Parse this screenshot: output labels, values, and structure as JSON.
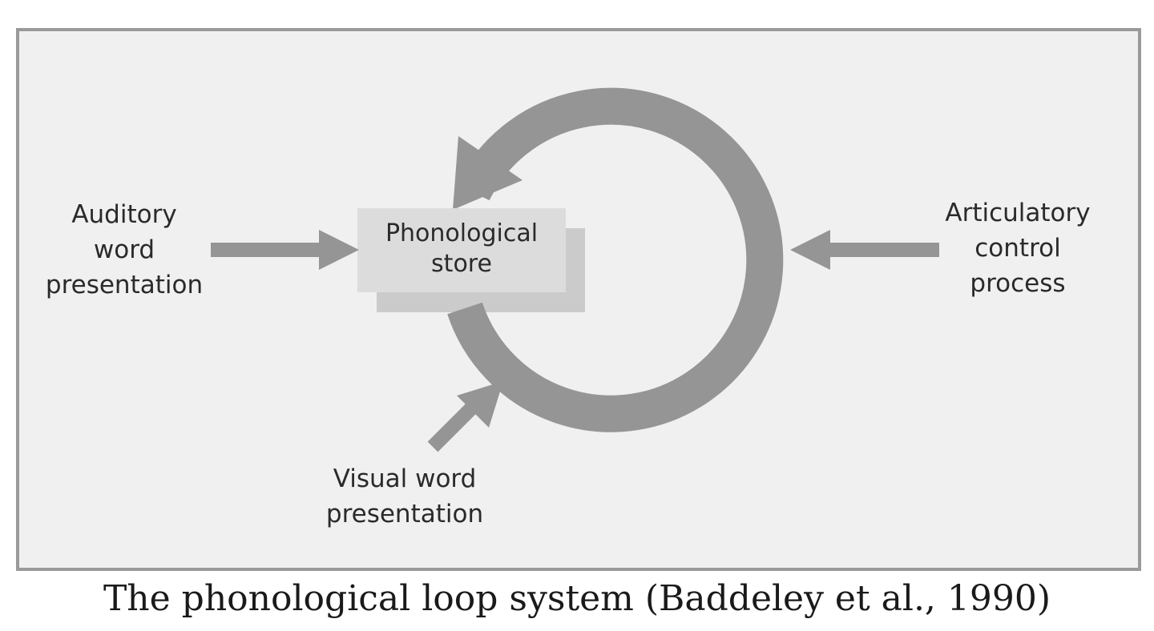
{
  "diagram": {
    "store": {
      "line1": "Phonological",
      "line2": "store"
    },
    "auditory": {
      "line1": "Auditory",
      "line2": "word",
      "line3": "presentation"
    },
    "articulatory": {
      "line1": "Articulatory",
      "line2": "control",
      "line3": "process"
    },
    "visual": {
      "line1": "Visual word",
      "line2": "presentation"
    },
    "colors": {
      "arrow": "#959595",
      "box_front": "#dcdcdc",
      "box_back": "#cbcbcb",
      "panel": "#f0f0f0",
      "border": "#9a9a9a"
    }
  },
  "caption": "The phonological loop system (Baddeley et al., 1990)"
}
